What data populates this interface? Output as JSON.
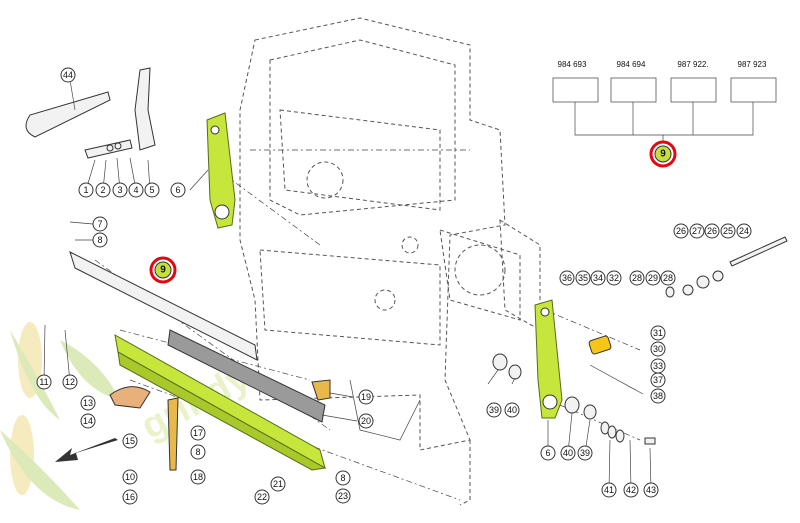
{
  "variant_parts": [
    "984 693",
    "984 694",
    "987 922.",
    "987 923"
  ],
  "highlight_callout": "9",
  "watermark_text": "grindy",
  "callouts": {
    "c1": "1",
    "c2": "2",
    "c3": "3",
    "c4": "4",
    "c5": "5",
    "c6a": "6",
    "c6b": "6",
    "c7": "7",
    "c8a": "8",
    "c8b": "8",
    "c8c": "8",
    "c10": "10",
    "c11": "11",
    "c12": "12",
    "c13": "13",
    "c14": "14",
    "c15": "15",
    "c16": "16",
    "c17": "17",
    "c18": "18",
    "c19": "19",
    "c20": "20",
    "c21": "21",
    "c22": "22",
    "c23": "23",
    "c24": "24",
    "c25": "25",
    "c26a": "26",
    "c26b": "26",
    "c27": "27",
    "c28a": "28",
    "c28b": "28",
    "c29": "29",
    "c30": "30",
    "c31": "31",
    "c32": "32",
    "c33": "33",
    "c34": "34",
    "c35": "35",
    "c36": "36",
    "c37": "37",
    "c38": "38",
    "c39a": "39",
    "c39b": "39",
    "c40a": "40",
    "c40b": "40",
    "c41": "41",
    "c42": "42",
    "c43": "43",
    "c44": "44"
  },
  "colors": {
    "highlight_part": "#c6e63c",
    "highlight_ring": "#e30613",
    "bushing": "#f5c518"
  }
}
